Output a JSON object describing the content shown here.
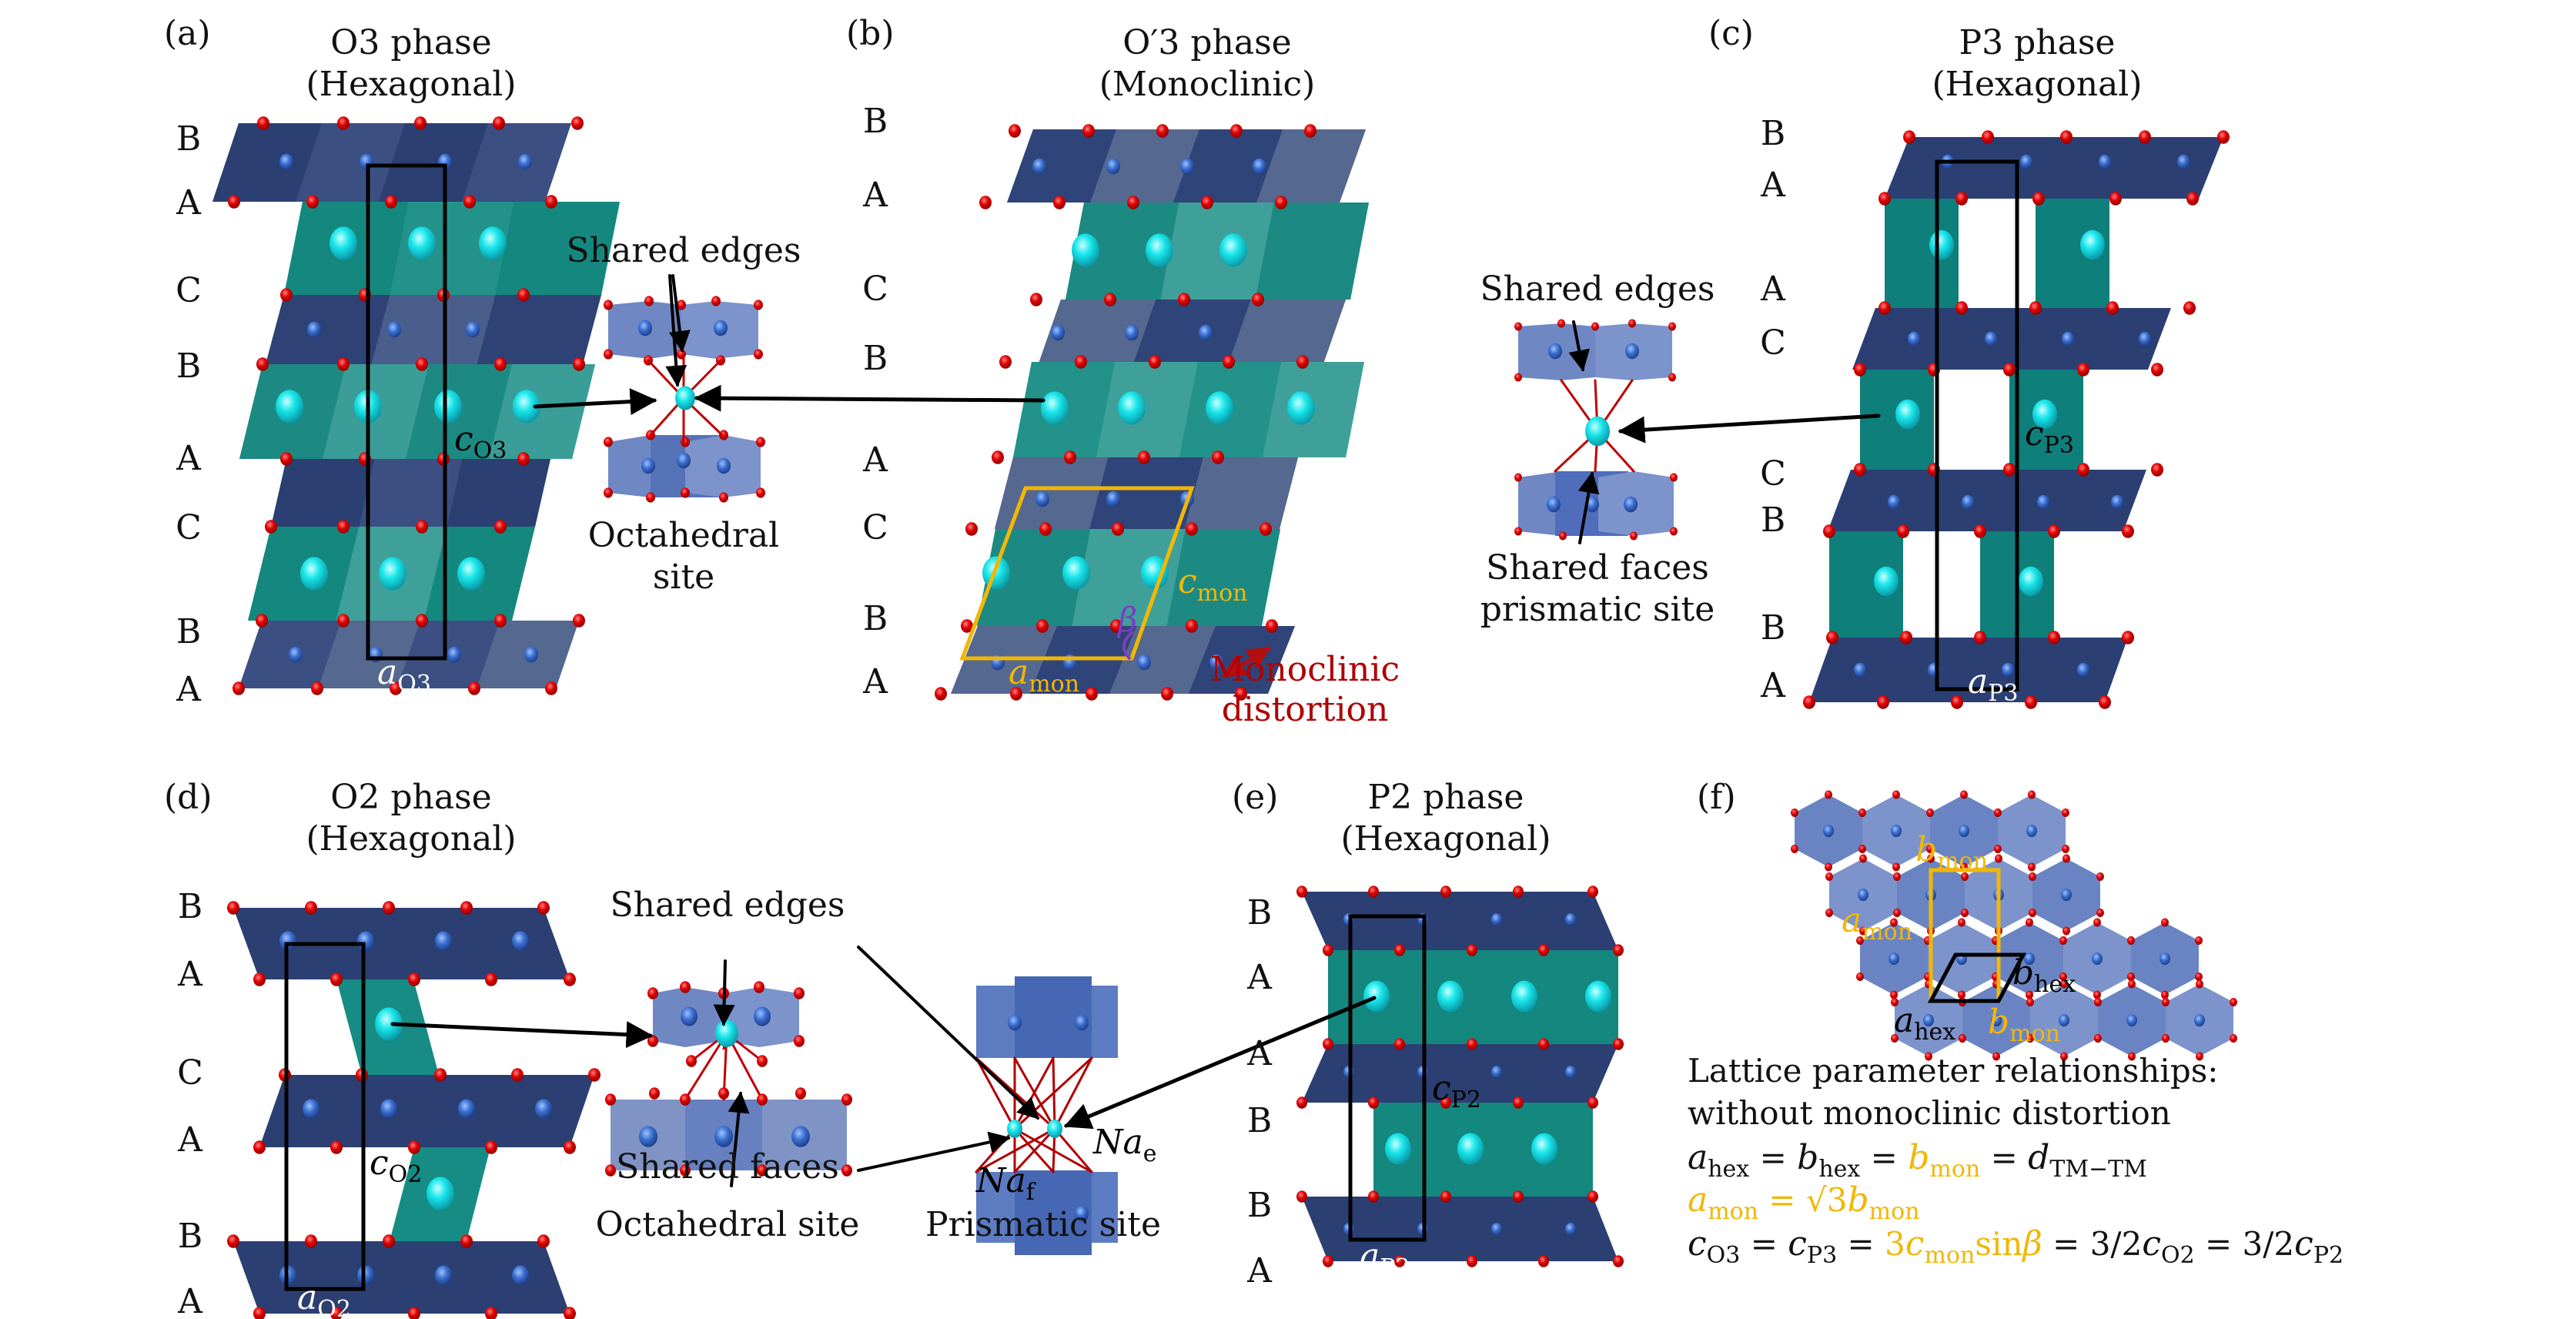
{
  "figure": {
    "colors": {
      "tm_layer": "#2b3f72",
      "tm_layer_light": "#55688f",
      "na_layer": "#14887f",
      "na_layer_light": "#3fa09a",
      "oxygen": "#e00000",
      "tm_atom": "#3a6fd0",
      "na_atom": "#19e6ea",
      "polyhedron": "#6f88c4",
      "cell_black": "#000000",
      "cell_gold": "#f2b705",
      "distortion_red": "#b30f0f",
      "beta_purple": "#7a3fc2"
    },
    "panels": [
      {
        "id": "a",
        "label": "(a)",
        "title": "O3 phase",
        "subtitle": "(Hexagonal)",
        "stacking": [
          "B",
          "A",
          "C",
          "B",
          "A",
          "C",
          "B",
          "A"
        ],
        "cell_c": {
          "sym": "c",
          "sub": "O3"
        },
        "cell_a": {
          "sym": "a",
          "sub": "O3"
        },
        "site_callout": {
          "top": "Shared edges",
          "bottom_line1": "Octahedral",
          "bottom_line2": "site"
        }
      },
      {
        "id": "b",
        "label": "(b)",
        "title": "O′3 phase",
        "subtitle": "(Monoclinic)",
        "stacking": [
          "B",
          "A",
          "C",
          "B",
          "A",
          "C",
          "B",
          "A"
        ],
        "cell_c": {
          "sym": "c",
          "sub": "mon"
        },
        "cell_a": {
          "sym": "a",
          "sub": "mon"
        },
        "angle": "β",
        "distortion_line1": "Monoclinic",
        "distortion_line2": "distortion"
      },
      {
        "id": "c",
        "label": "(c)",
        "title": "P3 phase",
        "subtitle": "(Hexagonal)",
        "stacking": [
          "B",
          "A",
          "A",
          "C",
          "C",
          "B",
          "B",
          "A"
        ],
        "cell_c": {
          "sym": "c",
          "sub": "P3"
        },
        "cell_a": {
          "sym": "a",
          "sub": "P3"
        },
        "site_callout": {
          "top": "Shared edges",
          "bottom_line1": "Shared faces",
          "bottom_line2": "prismatic site"
        }
      },
      {
        "id": "d",
        "label": "(d)",
        "title": "O2 phase",
        "subtitle": "(Hexagonal)",
        "stacking": [
          "B",
          "A",
          "C",
          "A",
          "B",
          "A"
        ],
        "cell_c": {
          "sym": "c",
          "sub": "O2"
        },
        "cell_a": {
          "sym": "a",
          "sub": "O2"
        },
        "site_callout": {
          "top": "Shared edges",
          "middle": "Shared faces",
          "bottom": "Octahedral site"
        }
      },
      {
        "id": "e",
        "label": "(e)",
        "title": "P2 phase",
        "subtitle": "(Hexagonal)",
        "stacking": [
          "B",
          "A",
          "A",
          "B",
          "B",
          "A"
        ],
        "cell_c": {
          "sym": "c",
          "sub": "P2"
        },
        "cell_a": {
          "sym": "a",
          "sub": "P2"
        },
        "prismatic": {
          "caption": "Prismatic site",
          "na_e": {
            "sym": "Na",
            "sub": "e"
          },
          "na_f": {
            "sym": "Na",
            "sub": "f"
          }
        }
      },
      {
        "id": "f",
        "label": "(f)",
        "labels": {
          "b_mon_top": {
            "sym": "b",
            "sub": "mon"
          },
          "a_mon": {
            "sym": "a",
            "sub": "mon"
          },
          "b_hex": {
            "sym": "b",
            "sub": "hex"
          },
          "a_hex": {
            "sym": "a",
            "sub": "hex"
          },
          "b_mon_bottom": {
            "sym": "b",
            "sub": "mon"
          }
        },
        "relations_title_line1": "Lattice parameter relationships:",
        "relations_title_line2": "without monoclinic distortion",
        "eq1": {
          "t1": "a",
          "s1": "hex",
          "e1": " = ",
          "t2": "b",
          "s2": "hex",
          "e2": " = ",
          "t3": "b",
          "s3": "mon",
          "e3": " = ",
          "t4": "d",
          "s4": "TM−TM"
        },
        "eq2": {
          "t1": "a",
          "s1": "mon",
          "e1": " = √3",
          "t2": "b",
          "s2": "mon"
        },
        "eq3": {
          "t1": "c",
          "s1": "O3",
          "e1": " = ",
          "t2": "c",
          "s2": "P3",
          "e2": " = ",
          "g1": "3",
          "t3": "c",
          "s3": "mon",
          "g2": "sin",
          "g3": "β",
          "e3": " = 3/2",
          "t4": "c",
          "s4": "O2",
          "e4": " = 3/2",
          "t5": "c",
          "s5": "P2"
        }
      }
    ]
  }
}
